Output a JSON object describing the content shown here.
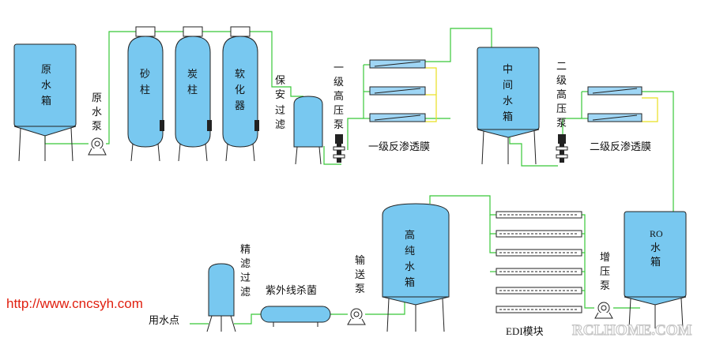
{
  "labels": {
    "raw_tank": "原水箱",
    "raw_pump": "原水泵",
    "sand": "砂柱",
    "carbon": "炭柱",
    "softener": "软化器",
    "security_filter": "保安过滤",
    "hp_pump1": "一级高压泵",
    "ro1": "一级反渗透膜",
    "mid_tank": "中间水箱",
    "hp_pump2": "二级高压泵",
    "ro2": "二级反渗透膜",
    "ro_tank_line1": "RO",
    "ro_tank_line2": "水箱",
    "boost_pump": "增压泵",
    "edi": "EDI模块",
    "pure_tank": "高纯水箱",
    "delivery_pump": "输送泵",
    "uv": "紫外线杀菌",
    "fine_filter": "精滤过滤",
    "use_point": "用水点"
  },
  "url": "http://www.cncsyh.com",
  "watermark": "RCLHOME.COM",
  "colors": {
    "tank": "#78c8f0",
    "pipe": "#38c838",
    "yellow_pipe": "#e8e020",
    "url": "#e02010"
  }
}
